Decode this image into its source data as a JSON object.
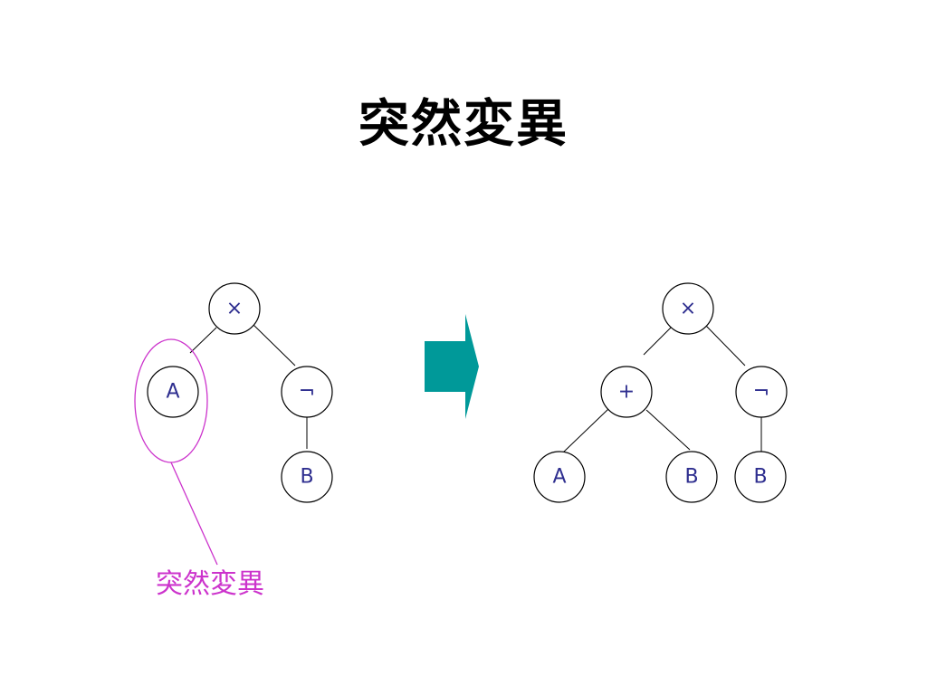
{
  "title": "突然変異",
  "annotation": {
    "label": "突然変異",
    "color": "#cc33cc"
  },
  "arrow": {
    "color": "#009999",
    "direction": "right"
  },
  "before_tree": {
    "root": "×",
    "left_child": "A",
    "right_child": "¬",
    "right_grandchild": "B"
  },
  "after_tree": {
    "root": "×",
    "left_child": "+",
    "left_left": "A",
    "left_right": "B",
    "right_child": "¬",
    "right_grandchild": "B"
  },
  "colors": {
    "node_text": "#2e2e8f",
    "node_border": "#000000"
  }
}
